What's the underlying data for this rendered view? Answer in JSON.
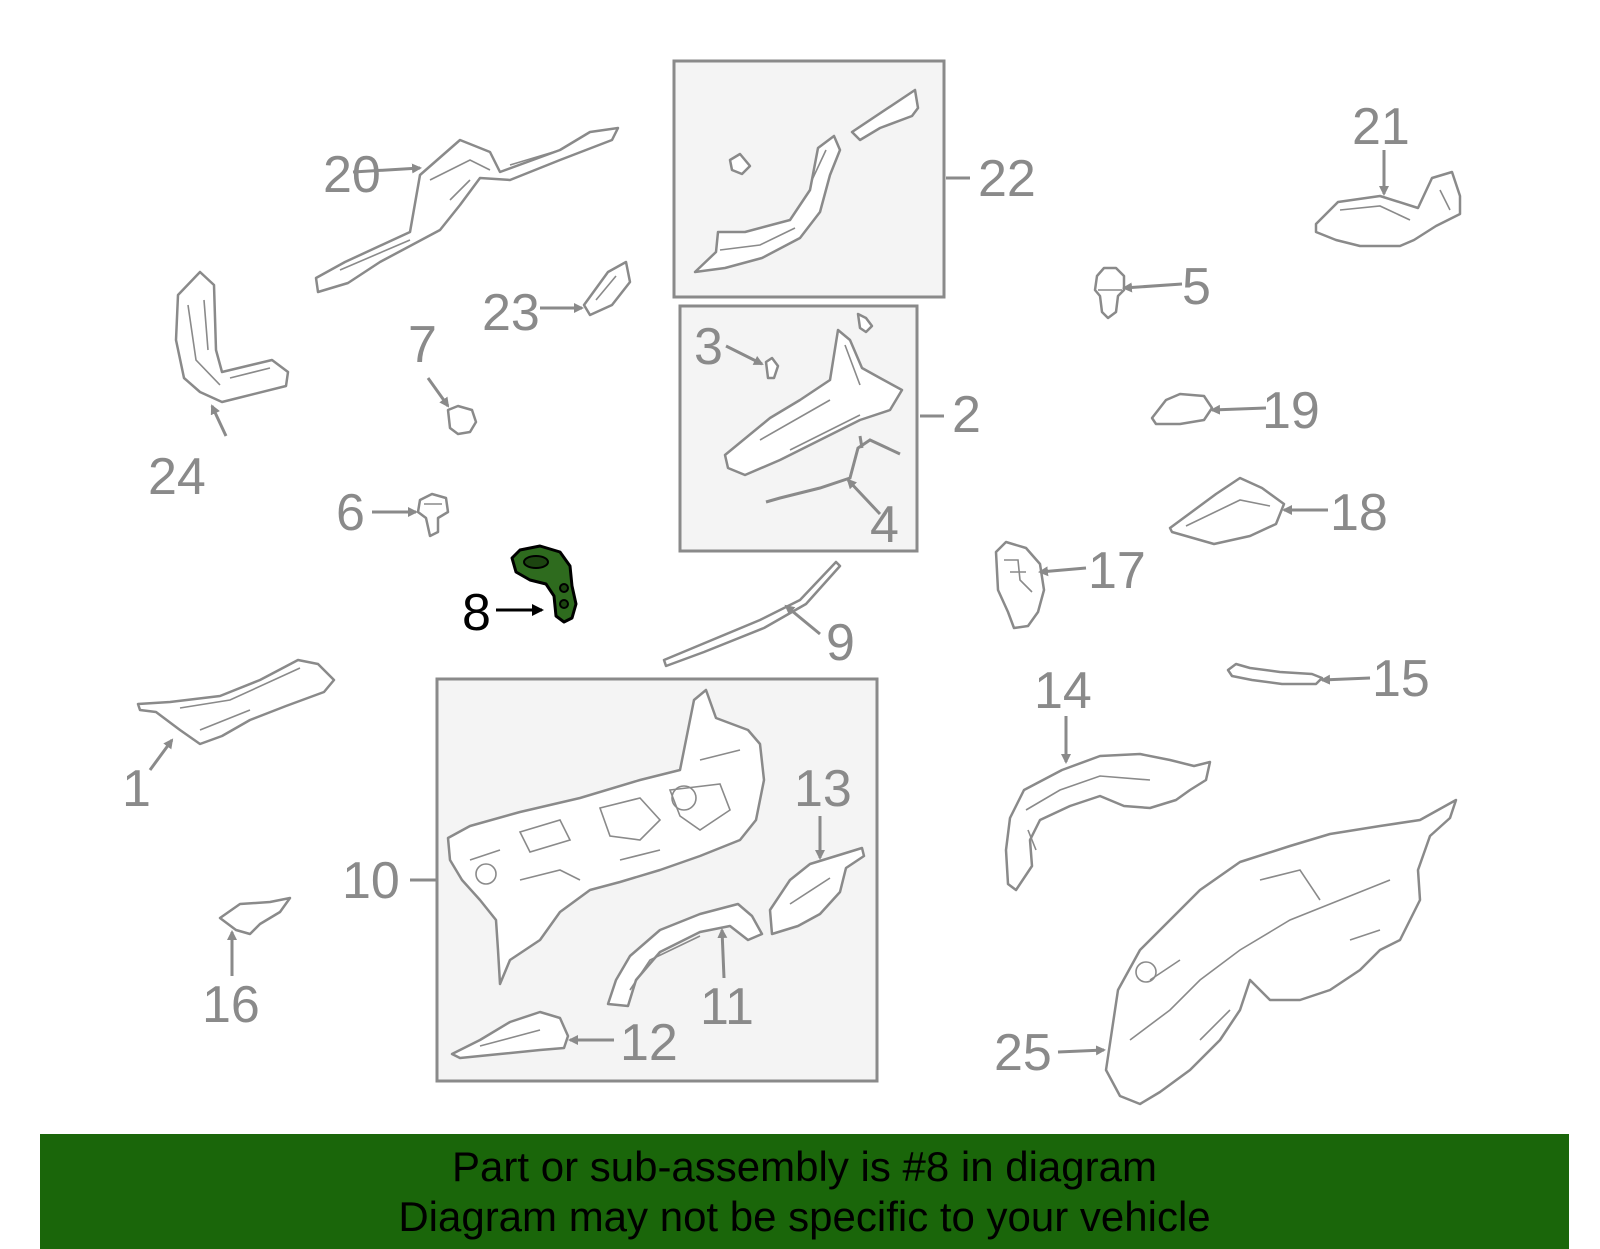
{
  "callouts": {
    "c1": "1",
    "c2": "2",
    "c3": "3",
    "c4": "4",
    "c5": "5",
    "c6": "6",
    "c7": "7",
    "c8": "8",
    "c9": "9",
    "c10": "10",
    "c11": "11",
    "c12": "12",
    "c13": "13",
    "c14": "14",
    "c15": "15",
    "c16": "16",
    "c17": "17",
    "c18": "18",
    "c19": "19",
    "c20": "20",
    "c21": "21",
    "c22": "22",
    "c23": "23",
    "c24": "24",
    "c25": "25"
  },
  "highlight": {
    "part": "8",
    "color": "#2e6b1e"
  },
  "banner": {
    "line1": "Part or sub-assembly is #8 in diagram",
    "line2": "Diagram may not be specific to your vehicle",
    "color": "#1a660a"
  }
}
